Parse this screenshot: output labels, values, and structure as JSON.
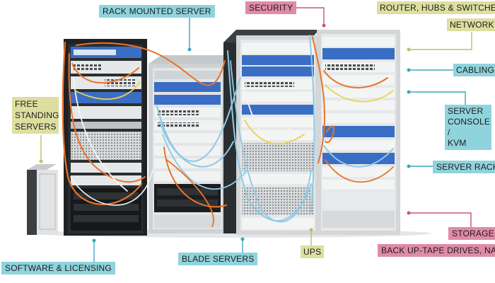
{
  "labels": {
    "rack_mounted_server": "RACK MOUNTED SERVER",
    "security": "SECURITY",
    "router_hubs_switches": "ROUTER, HUBS & SWITCHES",
    "network": "NETWORK",
    "cabling": "CABLING",
    "server_console_kvm": "SERVER\nCONSOLE /\nKVM",
    "server_rack": "SERVER RACK",
    "storage": "STORAGE",
    "backup_tape": "BACK UP-TAPE DRIVES, NAS",
    "ups": "UPS",
    "blade_servers": "BLADE SERVERS",
    "software_licensing": "SOFTWARE & LICENSING",
    "free_standing_servers": "FREE\nSTANDING\nSERVERS"
  },
  "colors": {
    "teal": "#8fd3dd",
    "pink": "#df8ba6",
    "olive": "#dcdfa0",
    "teal_line": "#3aa6bf",
    "pink_line": "#c9537d",
    "olive_line": "#b9c06a",
    "cable_orange": "#e8742a",
    "cable_blue": "#8ecae6",
    "cable_yellow": "#ecd24a",
    "cable_white": "#f4f4f4"
  }
}
